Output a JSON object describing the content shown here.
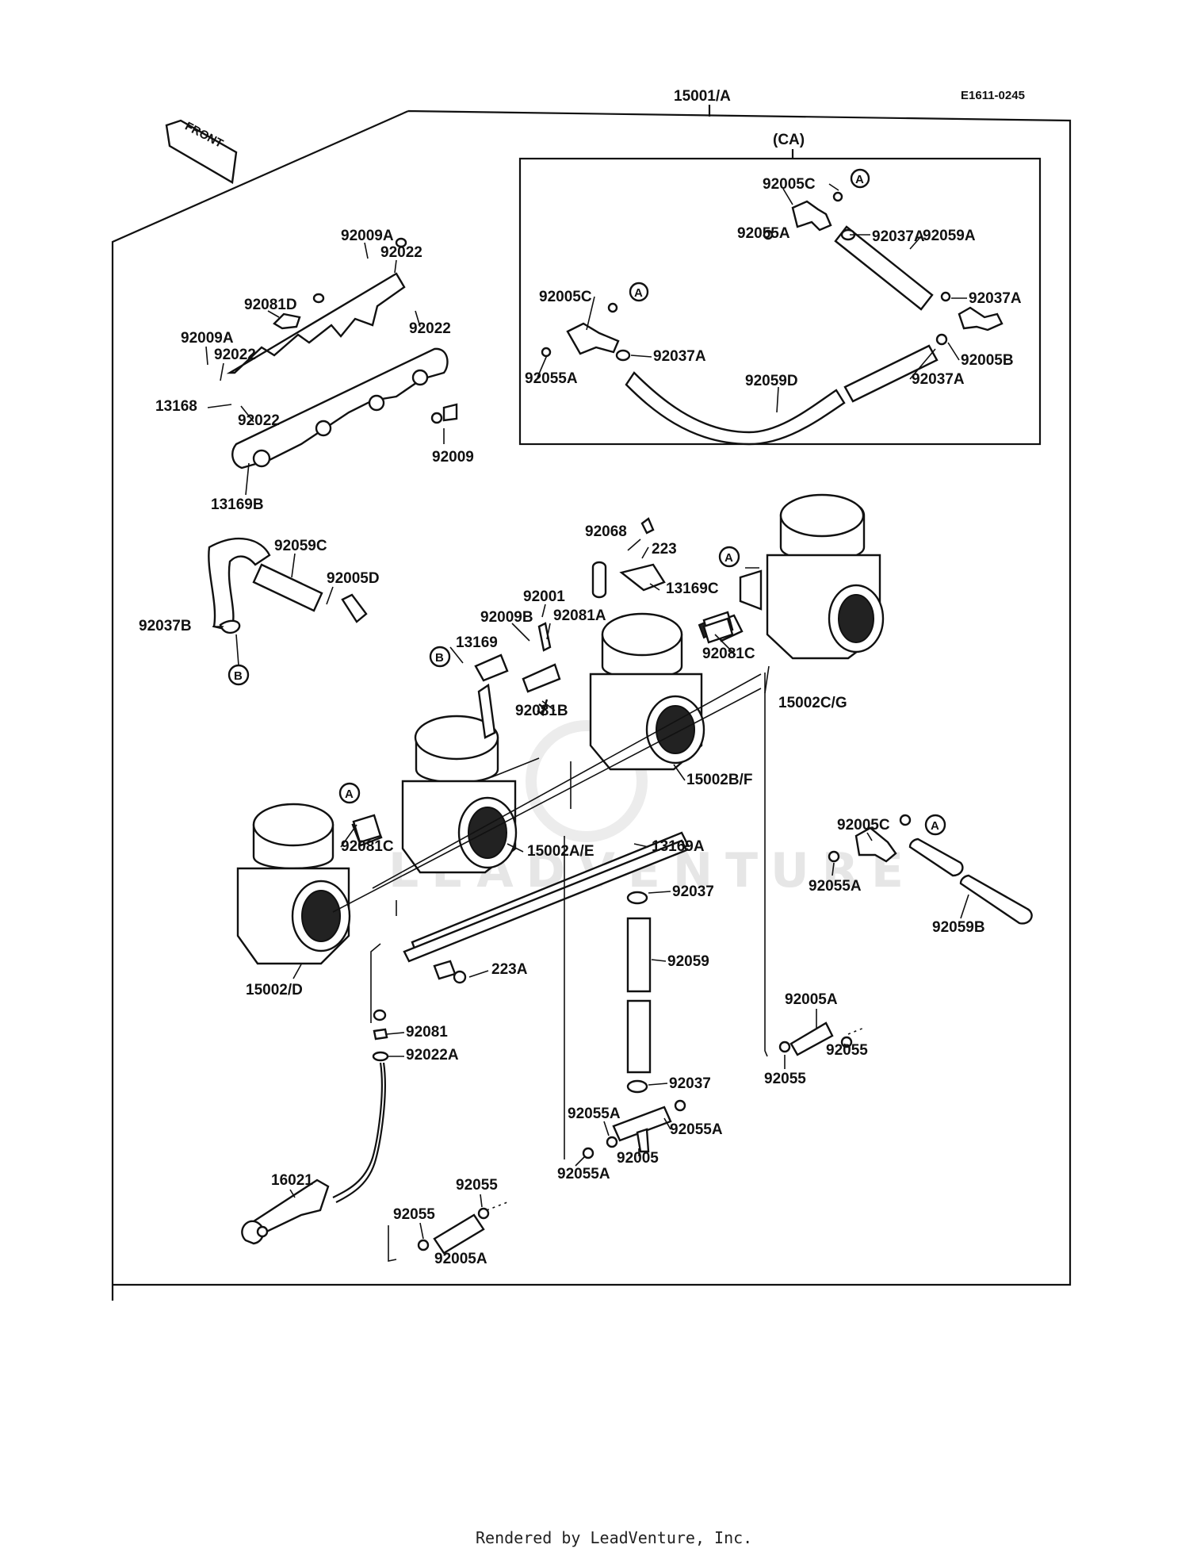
{
  "diagram": {
    "id_code": "E1611-0245",
    "assembly_label": "15001/A",
    "front_label": "FRONT",
    "ca_box_label": "(CA)",
    "watermark": "LEADVENTURE",
    "footer": "Rendered by LeadVenture, Inc."
  },
  "callouts": {
    "c92009A_top": "92009A",
    "c92022_top": "92022",
    "c92081D": "92081D",
    "c92022_mid": "92022",
    "c92009A_left": "92009A",
    "c92022_left": "92022",
    "c13168": "13168",
    "c92022_low": "92022",
    "c92009": "92009",
    "c13169B": "13169B",
    "ca_92005C_top": "92005C",
    "ca_A_top": "A",
    "ca_92055A_top": "92055A",
    "ca_92037A_top": "92037A",
    "ca_92059A": "92059A",
    "ca_92037A_right": "92037A",
    "ca_92005C_left": "92005C",
    "ca_A_left": "A",
    "ca_92005B": "92005B",
    "ca_92037A_mid": "92037A",
    "ca_92055A_left": "92055A",
    "ca_92059D": "92059D",
    "ca_92037A_low": "92037A",
    "c92059C": "92059C",
    "c92005D": "92005D",
    "c92037B": "92037B",
    "c_B_left": "B",
    "c92068": "92068",
    "c223": "223",
    "c_A_right": "A",
    "c13169C": "13169C",
    "c92001": "92001",
    "c92009B": "92009B",
    "c92081A": "92081A",
    "c13169": "13169",
    "c_B_mid": "B",
    "c92081C_right": "92081C",
    "c92081B": "92081B",
    "c15002CG": "15002C/G",
    "c15002BF": "15002B/F",
    "c_A_mid": "A",
    "c92081C_left": "92081C",
    "c15002AE": "15002A/E",
    "c13169A": "13169A",
    "c15002D": "15002/D",
    "c92037_upper": "92037",
    "c92059": "92059",
    "c223A": "223A",
    "c92081": "92081",
    "c92022A": "92022A",
    "c92037_lower": "92037",
    "c92055A_a": "92055A",
    "c92055A_b": "92055A",
    "c92005": "92005",
    "c92055A_c": "92055A",
    "c16021": "16021",
    "c92055_low1": "92055",
    "c92055_low2": "92055",
    "c92005A_low": "92005A",
    "r92005C": "92005C",
    "r_A": "A",
    "r92055A": "92055A",
    "r92059B": "92059B",
    "r92005A": "92005A",
    "r92055_a": "92055",
    "r92055_b": "92055"
  }
}
